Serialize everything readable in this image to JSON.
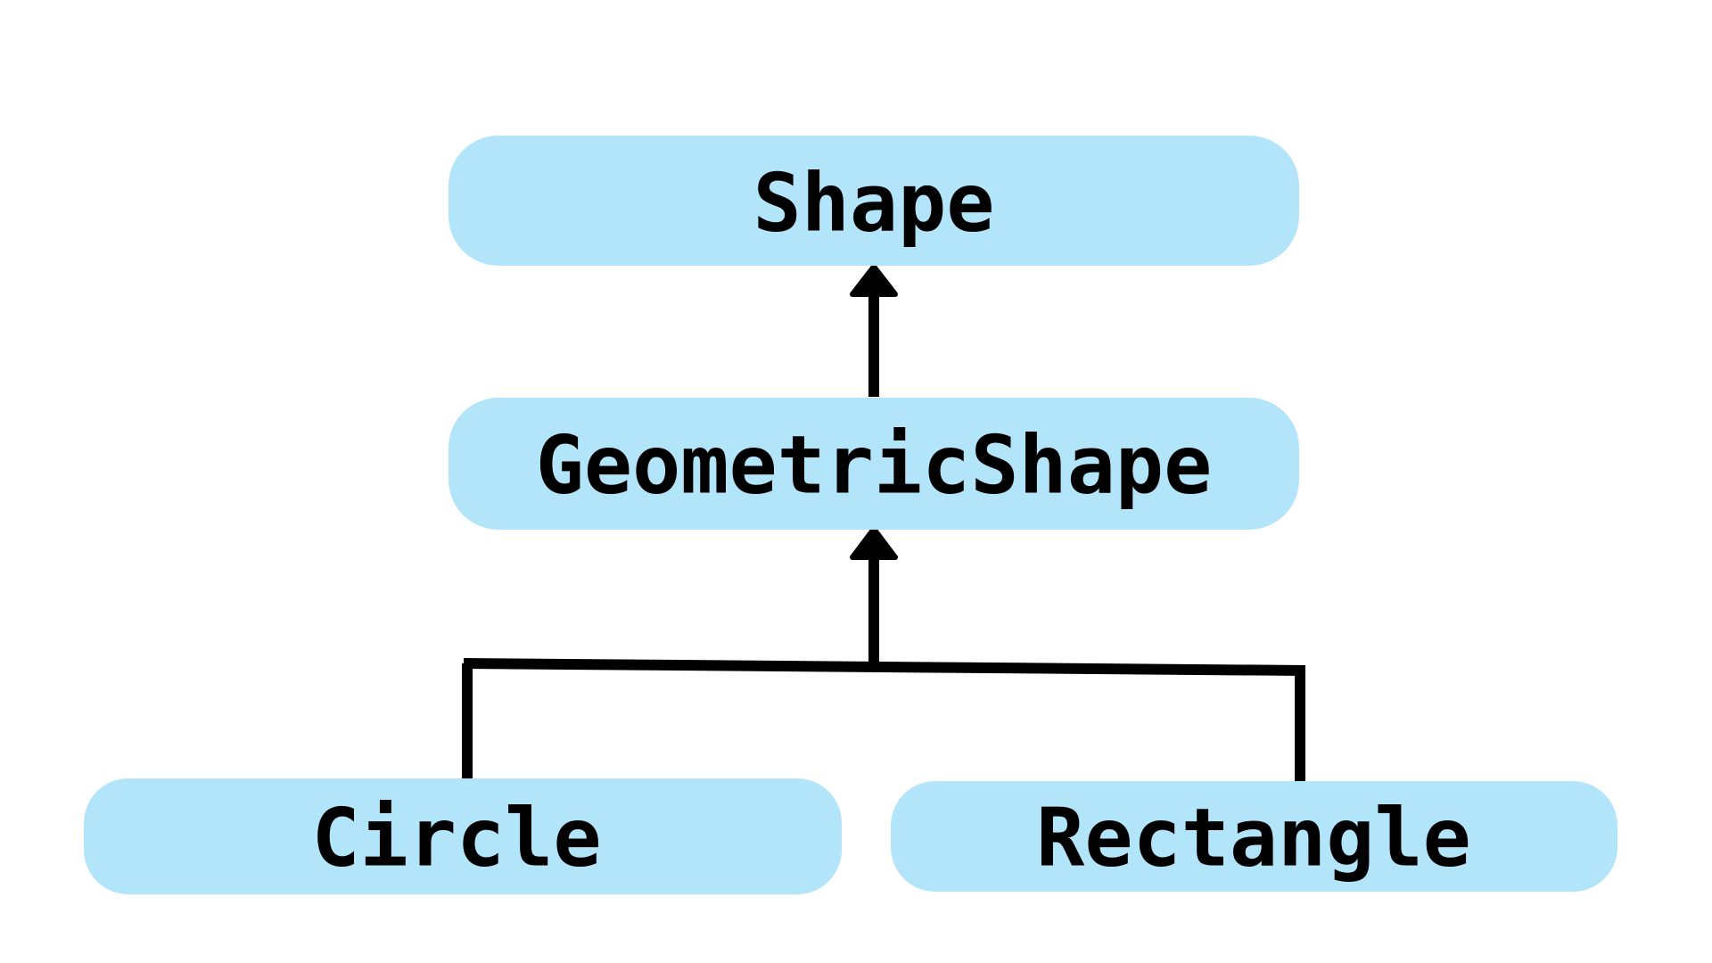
{
  "colors": {
    "node_fill": "#b3e5fa",
    "connector": "#000000",
    "text": "#000000",
    "background": "#ffffff"
  },
  "nodes": {
    "shape": {
      "label": "Shape"
    },
    "geometric_shape": {
      "label": "GeometricShape"
    },
    "circle": {
      "label": "Circle"
    },
    "rectangle": {
      "label": "Rectangle"
    }
  },
  "relations": [
    {
      "from": "geometric_shape",
      "to": "shape",
      "kind": "inheritance"
    },
    {
      "from": "circle",
      "to": "geometric_shape",
      "kind": "inheritance"
    },
    {
      "from": "rectangle",
      "to": "geometric_shape",
      "kind": "inheritance"
    }
  ]
}
